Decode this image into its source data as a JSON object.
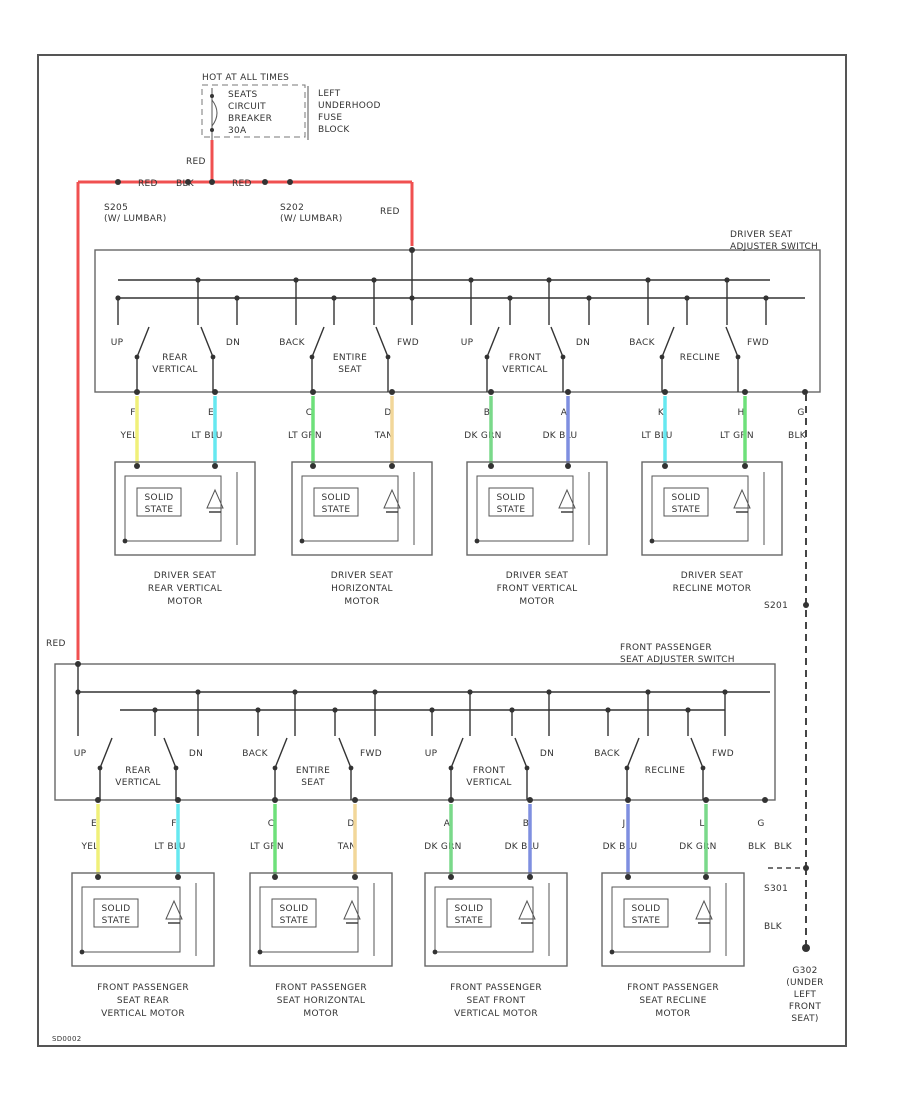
{
  "fuse_block": {
    "header": "HOT AT ALL TIMES",
    "breaker_lines": [
      "SEATS",
      "CIRCUIT",
      "BREAKER",
      "30A"
    ],
    "block_lines": [
      "LEFT",
      "UNDERHOOD",
      "FUSE",
      "BLOCK"
    ],
    "wire_label": "RED"
  },
  "splice_wires": [
    "RED",
    "BLK",
    "RED"
  ],
  "splices": [
    {
      "id": "S205",
      "note": "(W/ LUMBAR)"
    },
    {
      "id": "S202",
      "note": "(W/ LUMBAR)"
    }
  ],
  "driver_red_label": "RED",
  "left_red_label": "RED",
  "ground_splice": "S201",
  "ground_splice2": "S301",
  "ground_wire": "BLK",
  "ground_wire2": "BLK",
  "ground_wire3": "BLK",
  "ground_location": [
    "G302",
    "(UNDER",
    "LEFT",
    "FRONT",
    "SEAT)"
  ],
  "driver_switch": {
    "title": [
      "DRIVER SEAT",
      "ADJUSTER SWITCH"
    ],
    "positions": [
      "UP",
      "DN",
      "BACK",
      "FWD",
      "UP",
      "DN",
      "BACK",
      "FWD"
    ],
    "section_names": [
      [
        "REAR",
        "VERTICAL"
      ],
      [
        "ENTIRE",
        "SEAT"
      ],
      [
        "FRONT",
        "VERTICAL"
      ],
      [
        "RECLINE"
      ]
    ],
    "pins": [
      "F",
      "E",
      "C",
      "D",
      "B",
      "A",
      "K",
      "H",
      "G"
    ],
    "wire_labels": [
      "YEL",
      "LT BLU",
      "LT GRN",
      "TAN",
      "DK GRN",
      "DK BLU",
      "LT BLU",
      "LT GRN",
      "BLK"
    ],
    "motors": [
      {
        "solid": [
          "SOLID",
          "STATE"
        ],
        "name": [
          "DRIVER SEAT",
          "REAR VERTICAL",
          "MOTOR"
        ]
      },
      {
        "solid": [
          "SOLID",
          "STATE"
        ],
        "name": [
          "DRIVER SEAT",
          "HORIZONTAL",
          "MOTOR"
        ]
      },
      {
        "solid": [
          "SOLID",
          "STATE"
        ],
        "name": [
          "DRIVER SEAT",
          "FRONT VERTICAL",
          "MOTOR"
        ]
      },
      {
        "solid": [
          "SOLID",
          "STATE"
        ],
        "name": [
          "DRIVER SEAT",
          "RECLINE MOTOR"
        ]
      }
    ]
  },
  "passenger_switch": {
    "title": [
      "FRONT PASSENGER",
      "SEAT ADJUSTER SWITCH"
    ],
    "positions": [
      "UP",
      "DN",
      "BACK",
      "FWD",
      "UP",
      "DN",
      "BACK",
      "FWD"
    ],
    "section_names": [
      [
        "REAR",
        "VERTICAL"
      ],
      [
        "ENTIRE",
        "SEAT"
      ],
      [
        "FRONT",
        "VERTICAL"
      ],
      [
        "RECLINE"
      ]
    ],
    "pins": [
      "E",
      "F",
      "C",
      "D",
      "A",
      "B",
      "J",
      "L",
      "G"
    ],
    "wire_labels": [
      "YEL",
      "LT BLU",
      "LT GRN",
      "TAN",
      "DK GRN",
      "DK BLU",
      "DK BLU",
      "DK GRN",
      "BLK"
    ],
    "motors": [
      {
        "solid": [
          "SOLID",
          "STATE"
        ],
        "name": [
          "FRONT PASSENGER",
          "SEAT REAR",
          "VERTICAL MOTOR"
        ]
      },
      {
        "solid": [
          "SOLID",
          "STATE"
        ],
        "name": [
          "FRONT PASSENGER",
          "SEAT HORIZONTAL",
          "MOTOR"
        ]
      },
      {
        "solid": [
          "SOLID",
          "STATE"
        ],
        "name": [
          "FRONT PASSENGER",
          "SEAT FRONT",
          "VERTICAL MOTOR"
        ]
      },
      {
        "solid": [
          "SOLID",
          "STATE"
        ],
        "name": [
          "FRONT PASSENGER",
          "SEAT RECLINE",
          "MOTOR"
        ]
      }
    ]
  },
  "wire_colors": {
    "RED": "#f05050",
    "YEL": "#f0f07a",
    "LT BLU": "#66e8f0",
    "LT GRN": "#6ee07a",
    "TAN": "#f2d79a",
    "DK GRN": "#7ad98a",
    "DK BLU": "#7f8fe0",
    "BLK": "#444444"
  },
  "figure_id": "SD0002"
}
